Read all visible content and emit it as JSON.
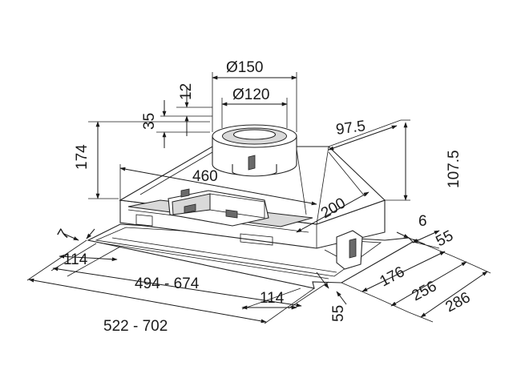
{
  "dimensions": {
    "d150": "Ø150",
    "d120": "Ø120",
    "h12": "12",
    "h35": "35",
    "h174": "174",
    "w460": "460",
    "d97_5": "97.5",
    "d107_5": "107.5",
    "d200": "200",
    "d6": "6",
    "d55a": "55",
    "d176": "176",
    "d256": "256",
    "d286": "286",
    "d55b": "55",
    "d7": "7",
    "w114a": "114",
    "w494_674": "494 - 674",
    "w114b": "114",
    "w522_702": "522 - 702"
  }
}
